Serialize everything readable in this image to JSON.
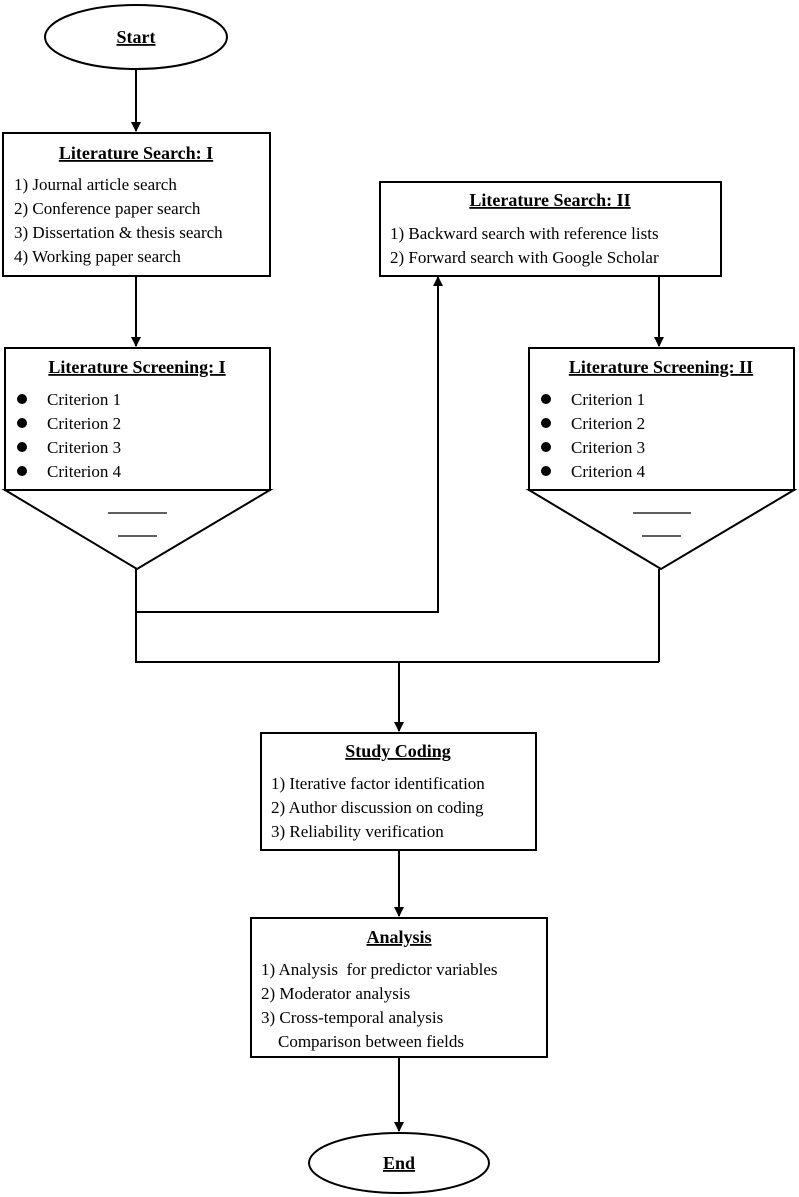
{
  "start": {
    "label": "Start"
  },
  "end": {
    "label": "End"
  },
  "search1": {
    "title": "Literature Search: I",
    "items": [
      "1) Journal article search",
      "2) Conference paper search",
      "3) Dissertation & thesis search",
      "4) Working paper search"
    ]
  },
  "search2": {
    "title": "Literature Search: II",
    "items": [
      "1) Backward search with reference lists",
      "2) Forward search with Google Scholar"
    ]
  },
  "screen1": {
    "title": "Literature Screening: I",
    "criteria": [
      "Criterion 1",
      "Criterion 2",
      "Criterion 3",
      "Criterion 4"
    ]
  },
  "screen2": {
    "title": "Literature Screening: II",
    "criteria": [
      "Criterion 1",
      "Criterion 2",
      "Criterion 3",
      "Criterion 4"
    ]
  },
  "coding": {
    "title": "Study Coding",
    "items": [
      "1) Iterative factor identification",
      "2) Author discussion on coding",
      "3) Reliability verification"
    ]
  },
  "analysis": {
    "title": "Analysis",
    "items": [
      "1) Analysis  for predictor variables",
      "2) Moderator analysis",
      "3) Cross-temporal analysis",
      "    Comparison between fields"
    ]
  }
}
